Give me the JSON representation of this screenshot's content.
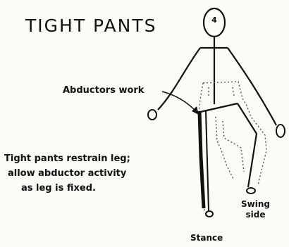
{
  "diagram": {
    "title": "TIGHT PANTS",
    "head_mark": "4",
    "labels": {
      "abductors": "Abductors work",
      "note_lines": [
        "Tight pants restrain leg;",
        "allow abductor activity",
        "as leg is fixed."
      ],
      "swing_lines": [
        "Swing",
        "side"
      ],
      "stance": "Stance"
    },
    "colors": {
      "ink": "#111111",
      "background": "#fbfbf7",
      "pants_outline": "#555555"
    }
  }
}
